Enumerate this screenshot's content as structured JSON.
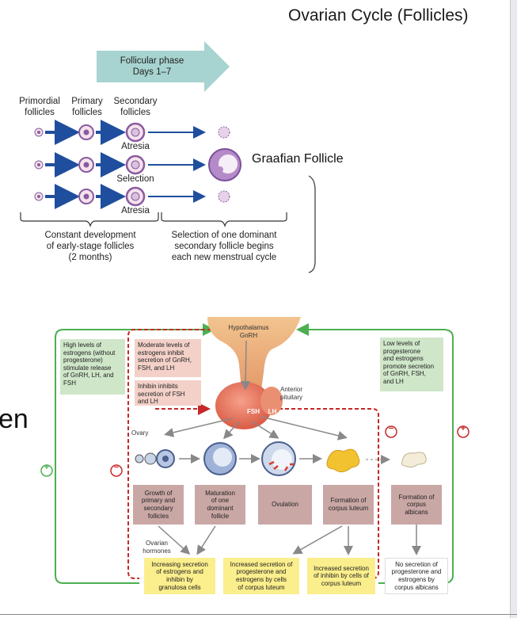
{
  "slide": {
    "title": "Ovarian Cycle (Follicles)",
    "partial_text": "en"
  },
  "top_figure": {
    "phase_arrow": {
      "line1": "Follicular phase",
      "line2": "Days 1–7"
    },
    "stage_labels": [
      {
        "line1": "Primordial",
        "line2": "follicles"
      },
      {
        "line1": "Primary",
        "line2": "follicles"
      },
      {
        "line1": "Secondary",
        "line2": "follicles"
      }
    ],
    "row_labels": [
      "Atresia",
      "Selection",
      "Atresia"
    ],
    "graafian_label": "Graafian Follicle",
    "bracket_left": {
      "line1": "Constant development",
      "line2": "of early-stage follicles",
      "line3": "(2 months)"
    },
    "bracket_right": {
      "line1": "Selection of one dominant",
      "line2": "secondary follicle begins",
      "line3": "each new menstrual cycle"
    }
  },
  "bottom_figure": {
    "hypothalamus": "Hypothalamus",
    "gnrh": "GnRH",
    "anterior_pituitary": {
      "line1": "Anterior",
      "line2": "pituitary"
    },
    "fsh": "FSH",
    "lh": "LH",
    "ovary": "Ovary",
    "ovarian_hormones": {
      "line1": "Ovarian",
      "line2": "hormones"
    },
    "signs": {
      "plus": "+",
      "minus": "−"
    },
    "green_left": [
      "High levels of",
      "estrogens (without",
      "progesterone)",
      "stimulate release",
      "of GnRH, LH, and",
      "FSH"
    ],
    "green_right": [
      "Low levels of",
      "progesterone",
      "and estrogens",
      "promote secretion",
      "of GnRH, FSH,",
      "and LH"
    ],
    "pink_top": [
      "Moderate levels of",
      "estrogens inhibit",
      "secretion of GnRH,",
      "FSH, and LH"
    ],
    "pink_bottom": [
      "Inhibin inhibits",
      "secretion of FSH",
      "and LH"
    ],
    "stages": [
      [
        "Growth of",
        "primary and",
        "secondary",
        "follicles"
      ],
      [
        "Maturation",
        "of one",
        "dominant",
        "follicle"
      ],
      [
        "Ovulation"
      ],
      [
        "Formation of",
        "corpus luteum"
      ],
      [
        "Formation of",
        "corpus",
        "albicans"
      ]
    ],
    "outcomes": [
      [
        "Increasing secretion",
        "of estrogens and",
        "inhibin by",
        "granulosa cells"
      ],
      [
        "Increased secretion of",
        "progesterone and",
        "estrogens by cells",
        "of corpus luteum"
      ],
      [
        "Increased secretion",
        "of inhibin by cells of",
        "corpus luteum"
      ],
      [
        "No secretion of",
        "progesterone and",
        "estrogens  by",
        "corpus albicans"
      ]
    ]
  },
  "colors": {
    "arrow_blue": "#1f4e9e",
    "phase_arrow": "#a7d3d0",
    "feedback_green": "#4caf50",
    "feedback_red": "#c62828",
    "stage_box": "#c9a7a5",
    "outcome_box": "#fbee8c",
    "green_box": "#cfe6c9",
    "pink_box": "#f3d1c8"
  }
}
